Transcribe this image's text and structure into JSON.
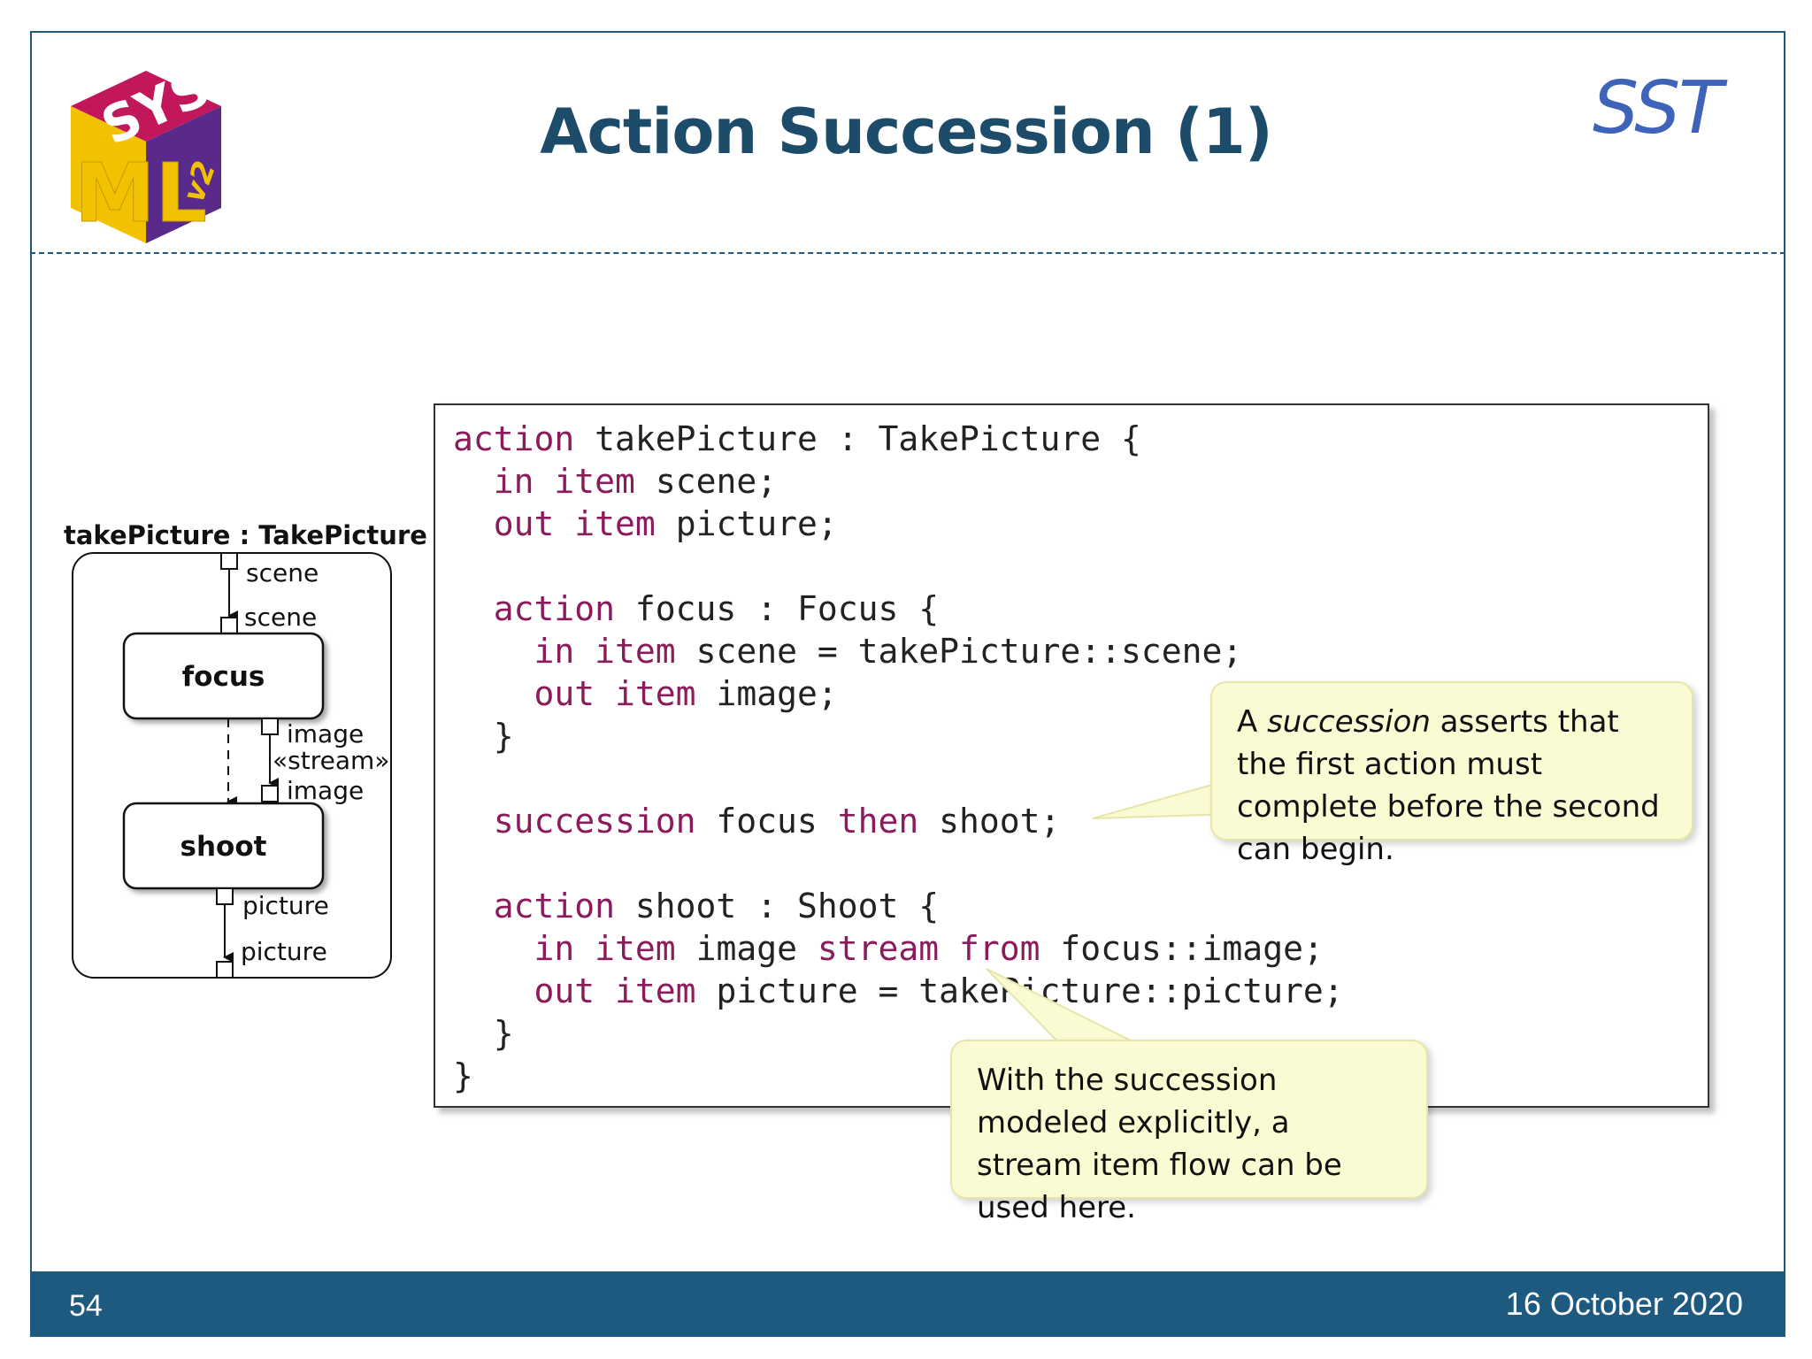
{
  "header": {
    "title": "Action Succession (1)",
    "brand": "SST",
    "logo_text": {
      "top": "SYS",
      "main": "ML",
      "version": "v2"
    },
    "colors": {
      "title": "#1d4c6b",
      "brand": "#3e63b8",
      "logo_magenta": "#b3134a",
      "logo_yellow": "#f2c200",
      "logo_purple": "#5a2a8a"
    }
  },
  "diagram": {
    "title": "takePicture : TakePicture",
    "nodes": {
      "focus": "focus",
      "shoot": "shoot"
    },
    "labels": {
      "scene_outer": "scene",
      "scene_inner": "scene",
      "image_out": "image",
      "stream": "«stream»",
      "image_in": "image",
      "picture_out": "picture",
      "picture_outer": "picture"
    }
  },
  "code": {
    "lines": [
      [
        {
          "t": "action",
          "kw": true
        },
        {
          "t": " takePicture : TakePicture {"
        }
      ],
      [
        {
          "t": "  "
        },
        {
          "t": "in",
          "kw": true
        },
        {
          "t": " "
        },
        {
          "t": "item",
          "kw": true
        },
        {
          "t": " scene;"
        }
      ],
      [
        {
          "t": "  "
        },
        {
          "t": "out",
          "kw": true
        },
        {
          "t": " "
        },
        {
          "t": "item",
          "kw": true
        },
        {
          "t": " picture;"
        }
      ],
      [
        {
          "t": ""
        }
      ],
      [
        {
          "t": "  "
        },
        {
          "t": "action",
          "kw": true
        },
        {
          "t": " focus : Focus {"
        }
      ],
      [
        {
          "t": "    "
        },
        {
          "t": "in",
          "kw": true
        },
        {
          "t": " "
        },
        {
          "t": "item",
          "kw": true
        },
        {
          "t": " scene = takePicture::scene;"
        }
      ],
      [
        {
          "t": "    "
        },
        {
          "t": "out",
          "kw": true
        },
        {
          "t": " "
        },
        {
          "t": "item",
          "kw": true
        },
        {
          "t": " image;"
        }
      ],
      [
        {
          "t": "  }"
        }
      ],
      [
        {
          "t": ""
        }
      ],
      [
        {
          "t": "  "
        },
        {
          "t": "succession",
          "kw": true
        },
        {
          "t": " focus "
        },
        {
          "t": "then",
          "kw": true
        },
        {
          "t": " shoot;"
        }
      ],
      [
        {
          "t": ""
        }
      ],
      [
        {
          "t": "  "
        },
        {
          "t": "action",
          "kw": true
        },
        {
          "t": " shoot : Shoot {"
        }
      ],
      [
        {
          "t": "    "
        },
        {
          "t": "in",
          "kw": true
        },
        {
          "t": " "
        },
        {
          "t": "item",
          "kw": true
        },
        {
          "t": " image "
        },
        {
          "t": "stream",
          "kw": true
        },
        {
          "t": " "
        },
        {
          "t": "from",
          "kw": true
        },
        {
          "t": " focus::image;"
        }
      ],
      [
        {
          "t": "    "
        },
        {
          "t": "out",
          "kw": true
        },
        {
          "t": " "
        },
        {
          "t": "item",
          "kw": true
        },
        {
          "t": " picture = takePicture::picture;"
        }
      ],
      [
        {
          "t": "  }"
        }
      ],
      [
        {
          "t": "}"
        }
      ]
    ],
    "keyword_color": "#8b1c5c"
  },
  "callouts": {
    "succession": {
      "prefix": "A ",
      "emphasis": "succession",
      "rest": " asserts that the first action must complete before the second can begin."
    },
    "stream": {
      "text": "With the succession modeled explicitly, a stream item flow can be used here."
    }
  },
  "footer": {
    "page": "54",
    "date": "16 October 2020",
    "color": "#1e5a80"
  }
}
